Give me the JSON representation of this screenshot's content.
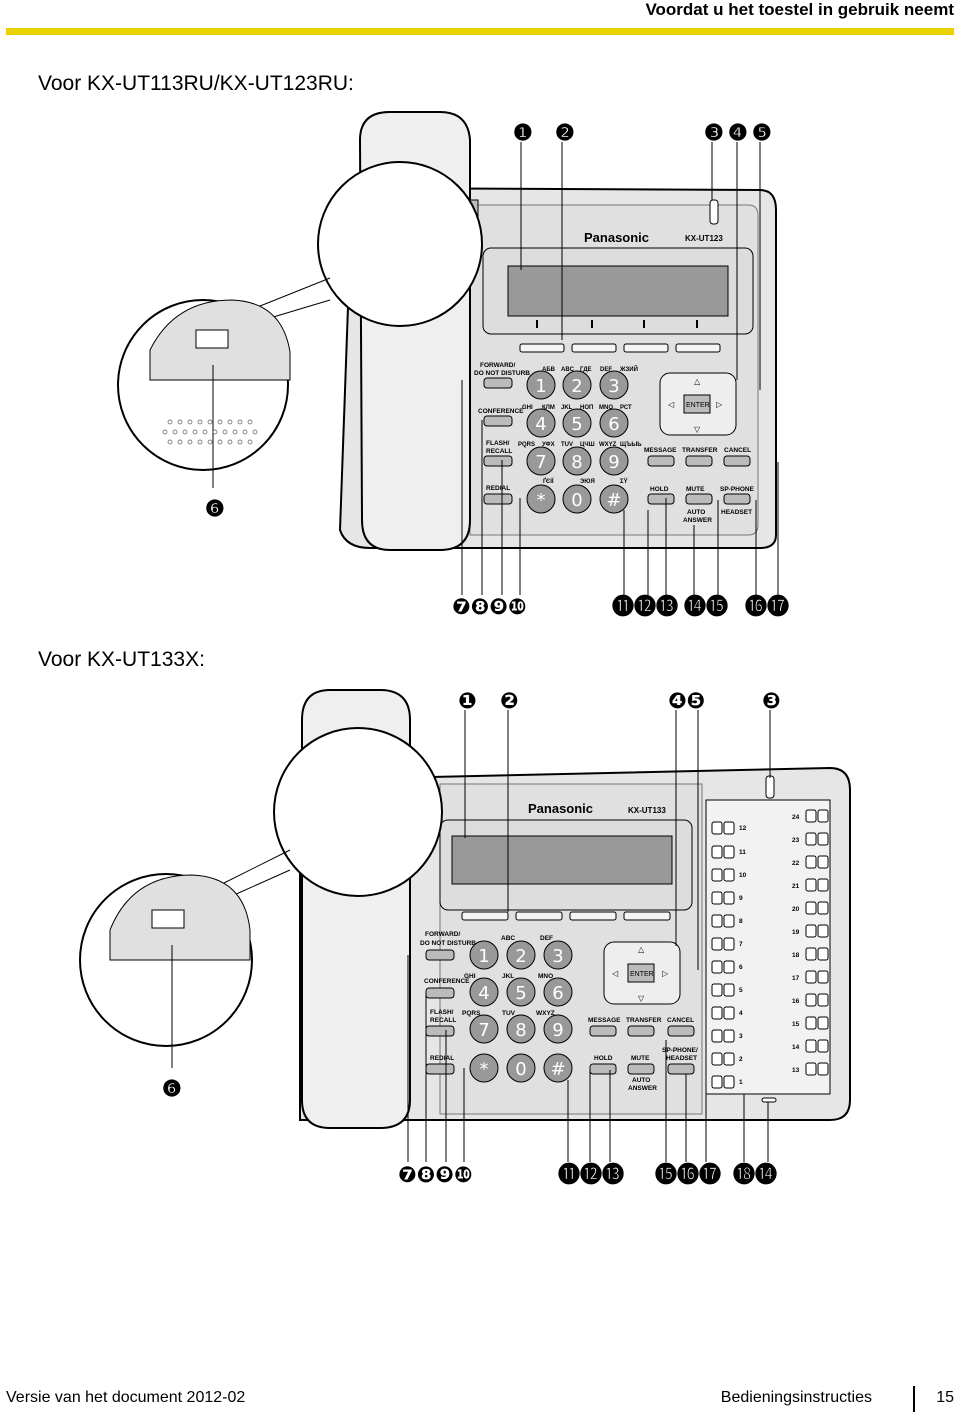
{
  "header": {
    "title": "Voordat u het toestel in gebruik neemt",
    "accent_color": "#e8d300"
  },
  "section1": {
    "title": "Voor KX-UT113RU/KX-UT123RU:",
    "brand": "Panasonic",
    "model": "KX-UT123",
    "keys": {
      "fwd": "FORWARD/",
      "dnd": "DO NOT DISTURB",
      "conference": "CONFERENCE",
      "flash": "FLASH/",
      "recall": "RECALL",
      "redial": "REDIAL",
      "message": "MESSAGE",
      "transfer": "TRANSFER",
      "cancel": "CANCEL",
      "hold": "HOLD",
      "mute": "MUTE",
      "spphone": "SP-PHONE",
      "auto": "AUTO",
      "answer": "ANSWER",
      "headset": "HEADSET",
      "enter": "ENTER"
    },
    "dial_letters": [
      "АБВ",
      "ABC",
      "ГДЕ",
      "DEF",
      "ЖЗИЙ",
      "GHI",
      "КЛМ",
      "JKL",
      "НОП",
      "MNO",
      "РСТ",
      "PQRS",
      "УФХ",
      "TUV",
      "ЦЧШ",
      "WXYZ",
      "ЩЪЫЬ",
      "ҐЄІЇ",
      "ЭЮЯ",
      "ΣΫ"
    ],
    "callouts_top": [
      "❶",
      "❷",
      "❸",
      "❹",
      "❺"
    ],
    "callout_left": "❻",
    "callouts_bottom_a": "❼❽❾❿",
    "callouts_bottom_b": "⓫⓬⓭",
    "callouts_bottom_c": "⓮⓯",
    "callouts_bottom_d": "⓰⓱"
  },
  "section2": {
    "title": "Voor KX-UT133X:",
    "brand": "Panasonic",
    "model": "KX-UT133",
    "keys": {
      "fwd": "FORWARD/",
      "dnd": "DO NOT DISTURB",
      "conference": "CONFERENCE",
      "flash": "FLASH/",
      "recall": "RECALL",
      "redial": "REDIAL",
      "message": "MESSAGE",
      "transfer": "TRANSFER",
      "cancel": "CANCEL",
      "hold": "HOLD",
      "mute": "MUTE",
      "spphone": "SP-PHONE/",
      "headset": "HEADSET",
      "auto": "AUTO",
      "answer": "ANSWER",
      "enter": "ENTER"
    },
    "dial_letters": [
      "ABC",
      "DEF",
      "GHI",
      "JKL",
      "MNO",
      "PQRS",
      "TUV",
      "WXYZ"
    ],
    "dss_left": [
      "12",
      "11",
      "10",
      "9",
      "8",
      "7",
      "6",
      "5",
      "4",
      "3",
      "2",
      "1"
    ],
    "dss_right": [
      "24",
      "23",
      "22",
      "21",
      "20",
      "19",
      "18",
      "17",
      "16",
      "15",
      "14",
      "13"
    ],
    "callouts_top": [
      "❶",
      "❷",
      "❹❺",
      "❸"
    ],
    "callout_left": "❻",
    "callouts_bottom_a": "❼❽❾❿",
    "callouts_bottom_b": "⓫⓬⓭",
    "callouts_bottom_c": "⓯⓰⓱",
    "callouts_bottom_d": "⓲⓮"
  },
  "footer": {
    "left": "Versie van het document  2012-02",
    "right": "Bedieningsinstructies",
    "page": "15"
  }
}
